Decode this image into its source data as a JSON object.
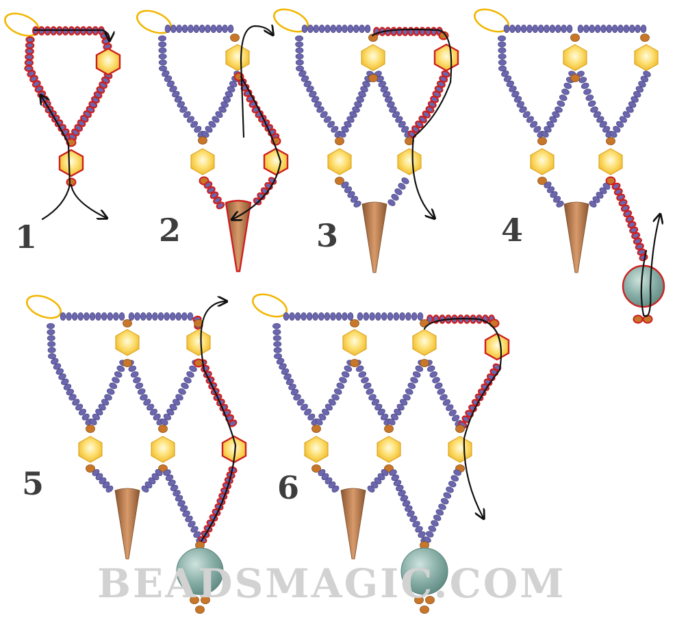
{
  "steps": [
    {
      "number": "1"
    },
    {
      "number": "2"
    },
    {
      "number": "3"
    },
    {
      "number": "4"
    },
    {
      "number": "5"
    },
    {
      "number": "6"
    }
  ],
  "watermark": "BEADSMAGIC.COM",
  "colors": {
    "seed_bead": "#6b66ad",
    "seed_bead_stroke": "#4d4a87",
    "round_bead": "#c8772a",
    "bicone": "#f4c233",
    "bicone_light": "#fff3b8",
    "spike": "#b7784c",
    "pearl": "#7fa7a0",
    "highlight": "#cc1f1f",
    "loop": "#f2b600",
    "thread": "#111111"
  },
  "legend_icons": [
    "loop-icon",
    "seed-bead-icon",
    "bicone-bead-icon",
    "spike-bead-icon",
    "pearl-bead-icon",
    "arrow-icon"
  ]
}
